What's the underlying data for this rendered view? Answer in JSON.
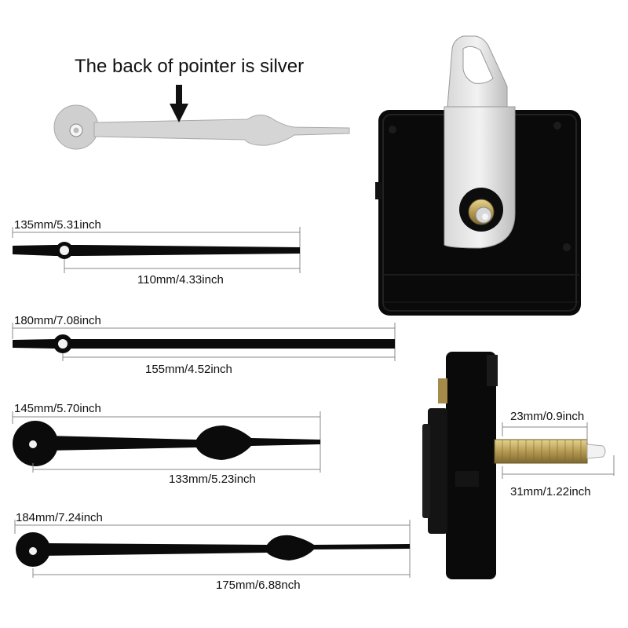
{
  "annotation": {
    "silver_note": "The back of pointer is silver"
  },
  "hands": [
    {
      "total": "135mm/5.31inch",
      "tail": "110mm/4.33inch"
    },
    {
      "total": "180mm/7.08inch",
      "tail": "155mm/4.52inch"
    },
    {
      "total": "145mm/5.70inch",
      "tail": "133mm/5.23inch"
    },
    {
      "total": "184mm/7.24inch",
      "tail": "175mm/6.88nch"
    }
  ],
  "movement": {
    "thread_length": "23mm/0.9inch",
    "shaft_length": "31mm/1.22inch"
  },
  "colors": {
    "hand": "#0b0b0b",
    "silver": "#c9c9c9",
    "brass": "#b59a52",
    "dim_line": "#888888"
  }
}
